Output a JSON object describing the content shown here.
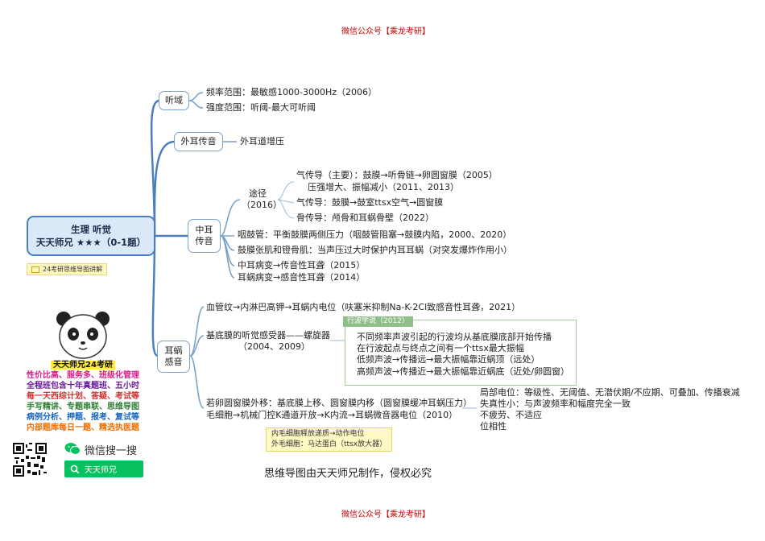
{
  "header": {
    "top": "微信公众号【乘龙考研】",
    "bottom": "微信公众号【乘龙考研】"
  },
  "root": {
    "line1": "生理 听觉",
    "line2": "天天师兄 ★★★（0-1题）",
    "note": "24考研思维导图讲解"
  },
  "branches": {
    "hearing_range": {
      "label": "听域",
      "items": [
        "频率范围：最敏感1000-3000Hz（2006）",
        "强度范围：听阈-最大可听阈"
      ]
    },
    "outer_ear": {
      "label": "外耳传音",
      "items": [
        "外耳道增压"
      ]
    },
    "middle_ear": {
      "label_l1": "中耳",
      "label_l2": "传音",
      "pathway": {
        "label_l1": "途径",
        "label_l2": "（2016）",
        "air_main": "气传导（主要）：鼓膜→听骨链→卵圆窗膜（2005）",
        "air_main_sub": "压强增大、振幅减小（2011、2013）",
        "air_alt": "气传导：鼓膜→鼓室ttsx空气→圆窗膜",
        "bone": "骨传导：颅骨和耳蜗骨壁（2022）"
      },
      "eustachian": "咽鼓管：平衡鼓膜两侧压力（咽鼓管阻塞→鼓膜内陷，2000、2020）",
      "muscles": "鼓膜张肌和镫骨肌：当声压过大时保护内耳耳蜗（对突发爆炸作用小）",
      "conductive": "中耳病变→传音性耳聋（2015）",
      "sensorineural": "耳蜗病变→感音性耳聋（2014）"
    },
    "cochlea": {
      "label_l1": "耳蜗",
      "label_l2": "感音",
      "potential": "血管纹→内淋巴高钾→耳蜗内电位（呋塞米抑制Na-K-2Cl致感音性耳聋，2021）",
      "basilar_l1": "基底膜的听觉感受器——螺旋器",
      "basilar_l2": "（2004、2009）",
      "wave": {
        "tag": "行波学说（2012）",
        "items": [
          "不同频率声波引起的行波均从基底膜底部开始传播",
          "在行波起点与终点之间有一个ttsx最大振幅",
          "低频声波→传播远→最大振幅靠近蜗顶（远处）",
          "高频声波→传播近→最大振幅靠近蜗底（近处/卵圆窗）"
        ]
      },
      "window_l1": "若卵圆窗膜外移：基底膜上移、圆窗膜内移（圆窗膜缓冲耳蜗压力）",
      "window_l2": "毛细胞→机械门控K通道开放→K内流→耳蜗微音器电位（2010）",
      "hair_note_l1": "内毛细胞释放递质→动作电位",
      "hair_note_l2": "外毛细胞：马达蛋白（ttsx放大器）",
      "local": {
        "l1": "局部电位：等级性、无阈值、无潜伏期/不应期、可叠加、传播衰减",
        "l2": "失真性小：与声波频率和幅度完全一致",
        "l3": "不疲劳、不适应",
        "l4": "位相性"
      }
    }
  },
  "copyright": "思维导图由天天师兄制作，侵权必究",
  "promo": {
    "title": "天天师兄24考研",
    "lines": [
      {
        "text": "性价比高、服务多、班级化管理",
        "color": "#d81b8a"
      },
      {
        "text": "全程班包含十年真题班、五小时",
        "color": "#6a1b9a"
      },
      {
        "text": "每一天西综计划、答疑、考试等",
        "color": "#d32f2f"
      },
      {
        "text": "手写精讲、专题串联、思维导图",
        "color": "#2e7d32"
      },
      {
        "text": "病例分析、押题、报考、复试等",
        "color": "#1565c0"
      },
      {
        "text": "内部题库每日一题、精选执医题",
        "color": "#ef6c00"
      }
    ],
    "wechat_search": "微信搜一搜",
    "search_term": "天天师兄"
  },
  "colors": {
    "node_border": "#7aa3c9",
    "root_border": "#4a7fbf",
    "root_fill": "#dbe8f7",
    "header": "#c00000",
    "wechat_green": "#07c160"
  }
}
